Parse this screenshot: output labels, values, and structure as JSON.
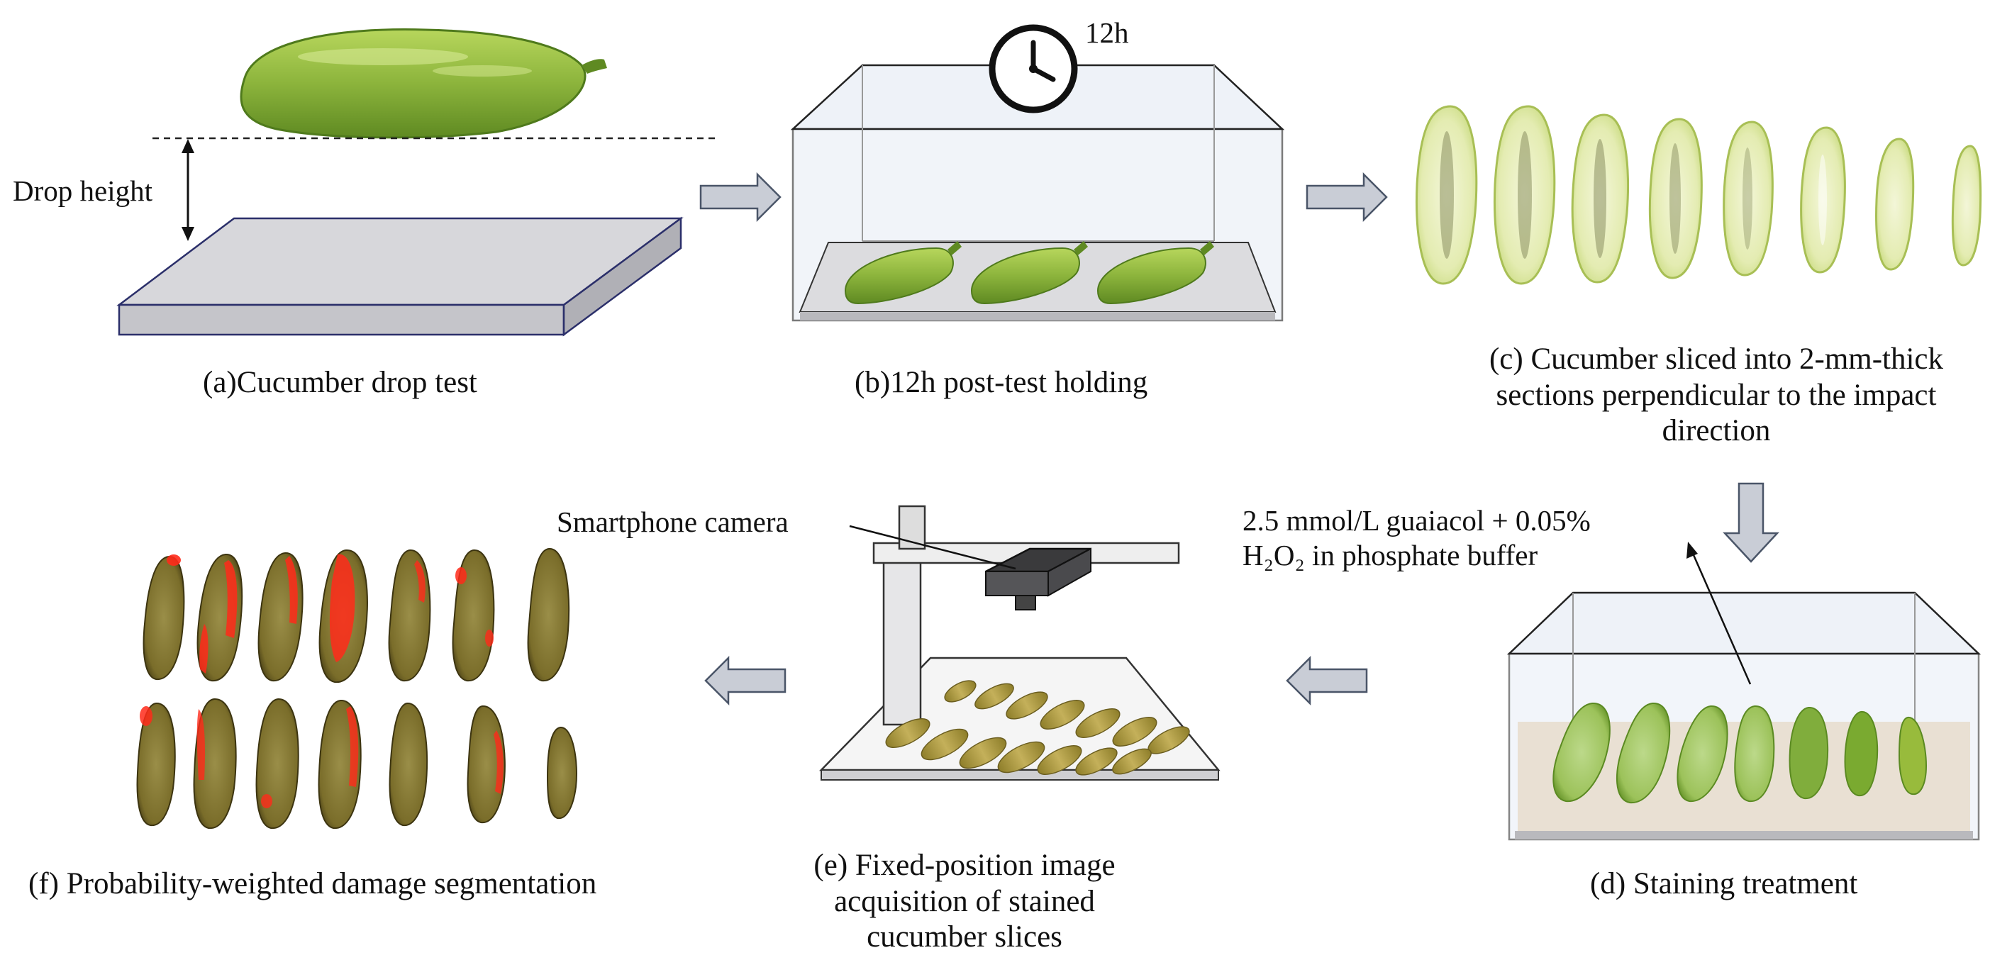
{
  "panels": {
    "a": {
      "caption": "(a)Cucumber drop test",
      "drop_label": "Drop height"
    },
    "b": {
      "caption": "(b)12h post-test holding",
      "clock_label": "12h"
    },
    "c": {
      "caption_lines": [
        "(c) Cucumber sliced into 2-mm-thick",
        "sections perpendicular to the impact",
        "direction"
      ]
    },
    "d": {
      "caption": "(d) Staining treatment",
      "solution_lines": [
        "2.5 mmol/L guaiacol + 0.05%",
        "H₂O₂ in phosphate buffer"
      ]
    },
    "e": {
      "caption_lines": [
        "(e) Fixed-position image",
        "acquisition of stained",
        "cucumber slices"
      ],
      "camera_label": "Smartphone camera"
    },
    "f": {
      "caption": "(f) Probability-weighted damage segmentation"
    }
  },
  "flow": [
    "a",
    "b",
    "c",
    "d",
    "e",
    "f"
  ],
  "colors": {
    "arrow_fill": "#c9cdd6",
    "arrow_stroke": "#4a5568",
    "cucumber": "#8cb43c",
    "slice_fresh": "#e4ecb2",
    "slice_stained": "#9cc25a",
    "slice_segmented": "#7a6d2a",
    "damage": "#ff2a1a",
    "box_glass": "#e9eef6"
  },
  "icons": [
    "clock-icon",
    "flow-arrow-icon",
    "smartphone-icon"
  ]
}
